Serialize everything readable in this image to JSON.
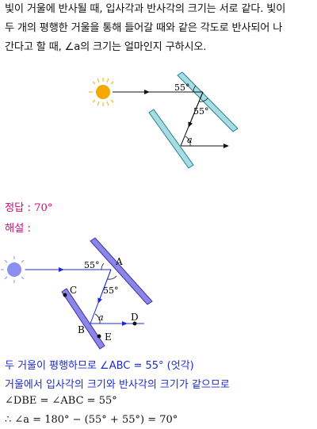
{
  "problem": {
    "lines": [
      "빛이 거울에 반사될 때, 입사각과 반사각의 크기는 서로 같다. 빛이",
      "두 개의 평행한 거울을 통해 들어갈 때와 같은 각도로 반사되어 나",
      "간다고 할 때, ∠a의 크기는 얼마인지 구하시오."
    ],
    "figure": {
      "angle_top": "55°",
      "angle_mid": "55°",
      "angle_var": "a"
    }
  },
  "answer": {
    "label": "정답 :",
    "value": "70°"
  },
  "explanation": {
    "label": "해설 :",
    "figure": {
      "angle_top": "55°",
      "angle_mid": "55°",
      "angle_var": "a",
      "point_a": "A",
      "point_b": "B",
      "point_c": "C",
      "point_d": "D",
      "point_e": "E"
    },
    "lines": [
      "두 거울이 평행하므로 ∠ABC = 55° (엇각)",
      "거울에서 입사각의 크기와 반사각의 크기가 같으므로",
      "∠DBE = ∠ABC = 55°",
      "∴ ∠a = 180° − (55° + 55°) = 70°"
    ]
  },
  "colors": {
    "mirror_fill": "#a8dce4",
    "mirror_stroke": "#1f7f8e",
    "sun": "#f5a800",
    "answer_pink": "#e0007a",
    "solution_blue": "#1c2bd6",
    "mirror2_fill": "#8c86e6",
    "mirror2_stroke": "#3a2fb0",
    "sun2": "#8a8ff0"
  }
}
